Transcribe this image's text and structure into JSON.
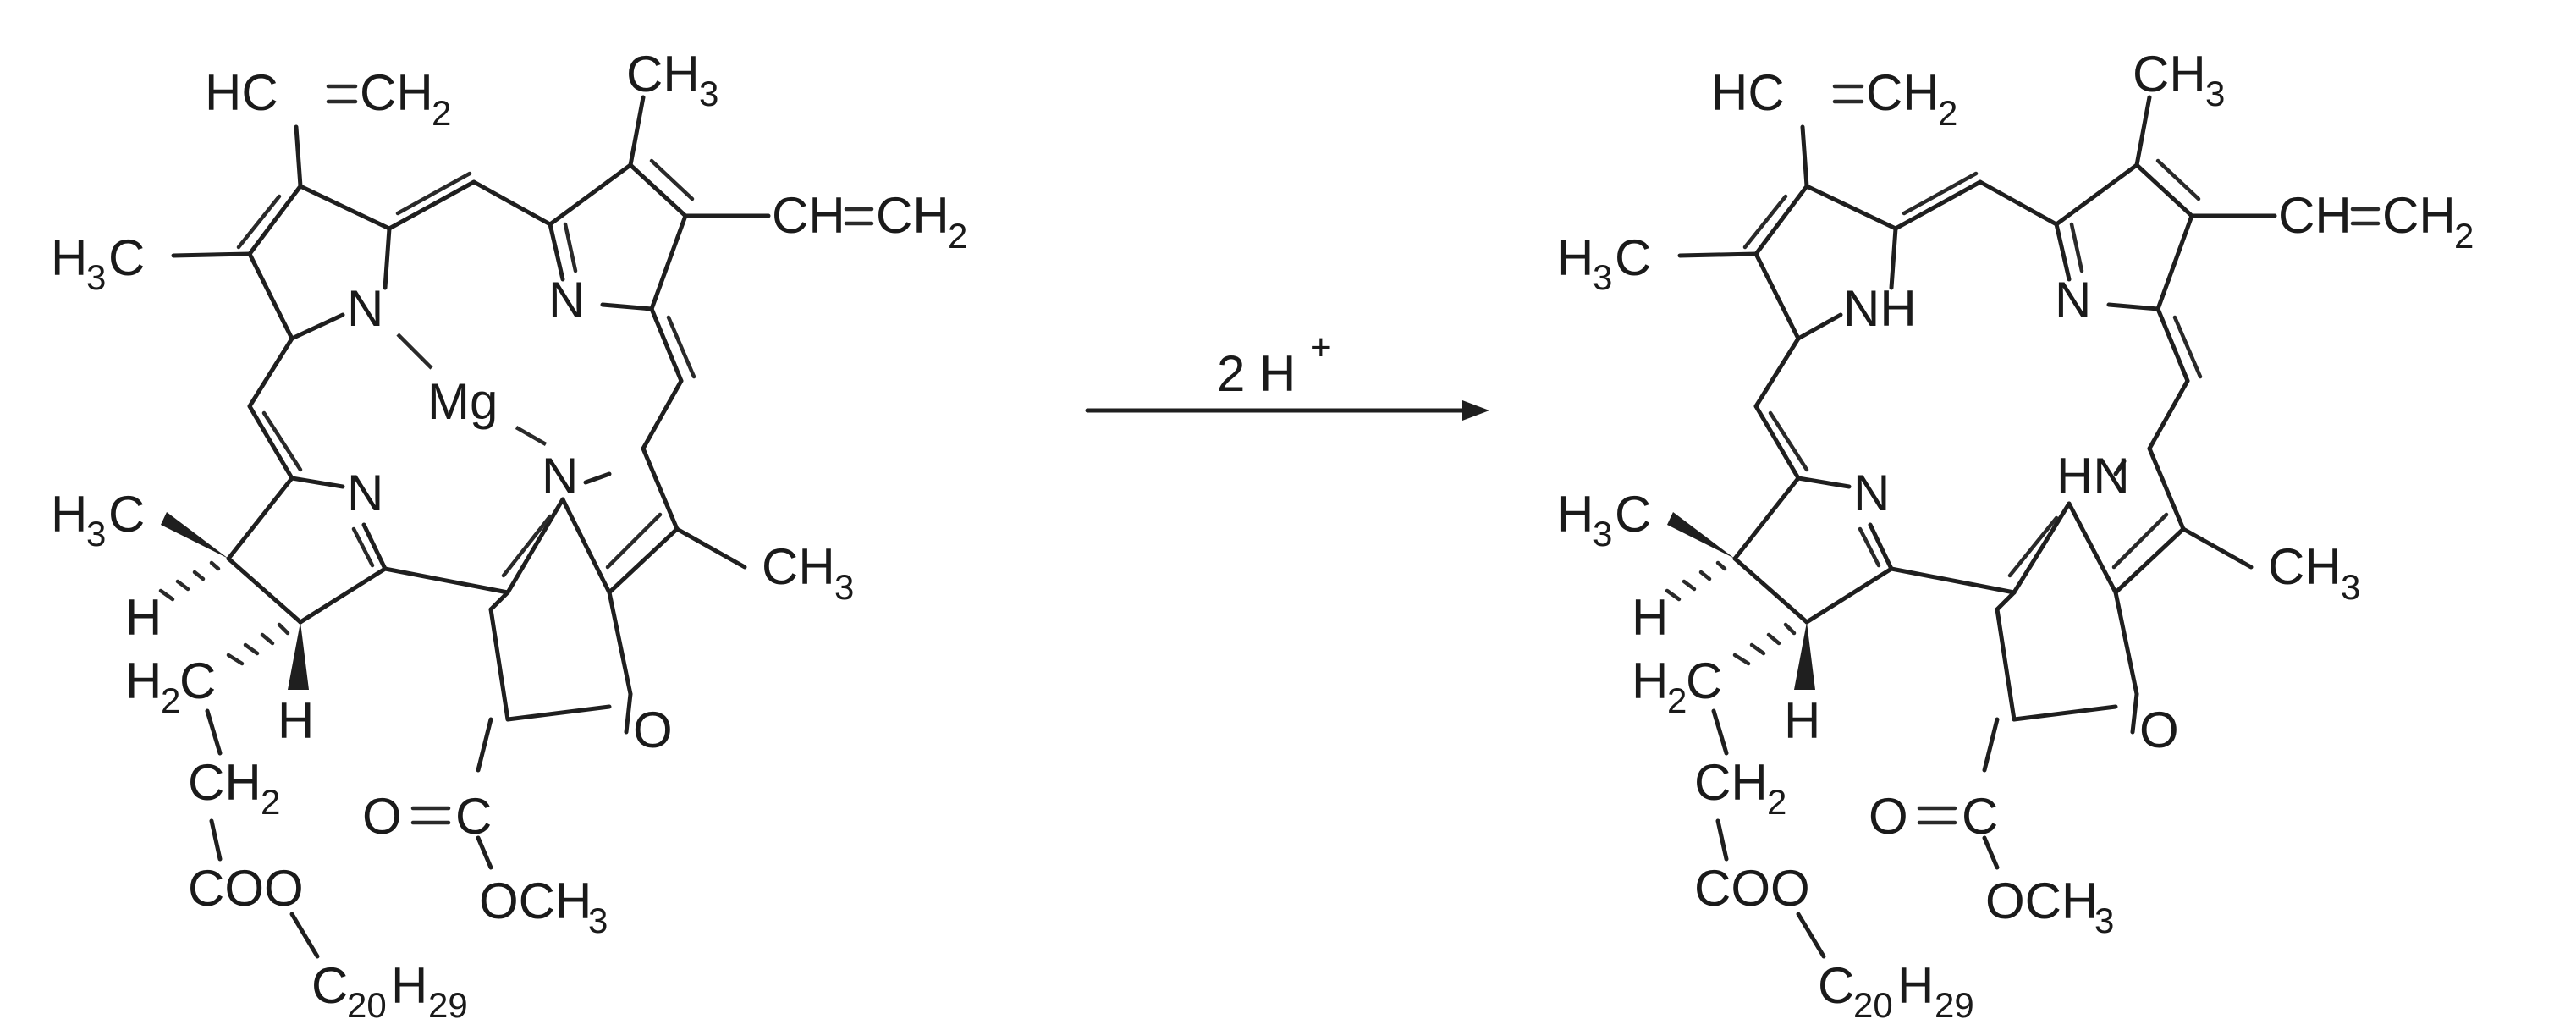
{
  "reactant": {
    "metal": "Mg",
    "ring_n": "N",
    "vinyl_top": [
      "HC",
      "CH",
      "2"
    ],
    "vinyl_right": [
      "CH",
      "CH",
      "2"
    ],
    "methyl_top": [
      "CH",
      "3"
    ],
    "methyl_left": [
      "H",
      "3",
      "C"
    ],
    "methyl_stereo": [
      "H",
      "3",
      "C"
    ],
    "methyl_right": [
      "CH",
      "3"
    ],
    "h_hash": "H",
    "h_wedge": "H",
    "keto_o": "O",
    "ester_o": "O",
    "ester_c": "C",
    "ester_och3": [
      "OCH",
      "3"
    ],
    "ch2_a": [
      "H",
      "2",
      "C"
    ],
    "ch2_b": [
      "CH",
      "2"
    ],
    "coo": "COO",
    "phytyl": [
      "C",
      "20",
      "H",
      "29"
    ]
  },
  "product": {
    "ring_n": "N",
    "nh": "NH",
    "hn": "HN",
    "vinyl_top": [
      "HC",
      "CH",
      "2"
    ],
    "vinyl_right": [
      "CH",
      "CH",
      "2"
    ],
    "methyl_top": [
      "CH",
      "3"
    ],
    "methyl_left": [
      "H",
      "3",
      "C"
    ],
    "methyl_stereo": [
      "H",
      "3",
      "C"
    ],
    "methyl_right": [
      "CH",
      "3"
    ],
    "h_hash": "H",
    "h_wedge": "H",
    "keto_o": "O",
    "ester_o": "O",
    "ester_c": "C",
    "ester_och3": [
      "OCH",
      "3"
    ],
    "ch2_a": [
      "H",
      "2",
      "C"
    ],
    "ch2_b": [
      "CH",
      "2"
    ],
    "coo": "COO",
    "phytyl": [
      "C",
      "20",
      "H",
      "29"
    ]
  },
  "arrow": {
    "reagent": "2 H",
    "charge": "+"
  }
}
